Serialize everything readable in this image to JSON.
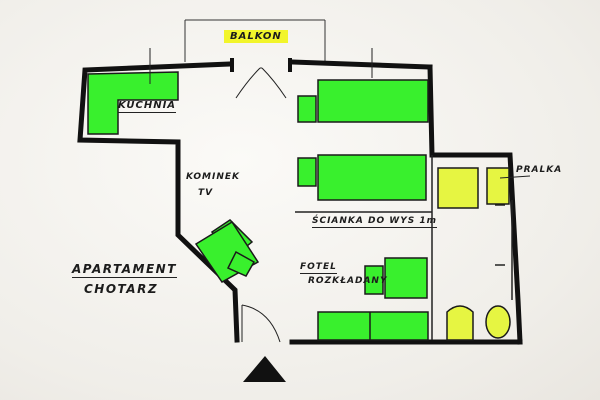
{
  "labels": {
    "balkon": "BALKON",
    "kuchnia": "KUCHNIA",
    "kominek": "KOMINEK",
    "tv": "TV",
    "pralka": "PRALKA",
    "scianka": "ŚCIANKA DO WYS 1m",
    "fotel": "FOTEL",
    "rozkladany": "ROZKŁADANY",
    "apartament_line1": "APARTAMENT",
    "apartament_line2": "CHOTARZ"
  },
  "colors": {
    "wall": "#111111",
    "green": "#39f02d",
    "yellow": "#e6f542",
    "highlight": "#f2f52b"
  }
}
